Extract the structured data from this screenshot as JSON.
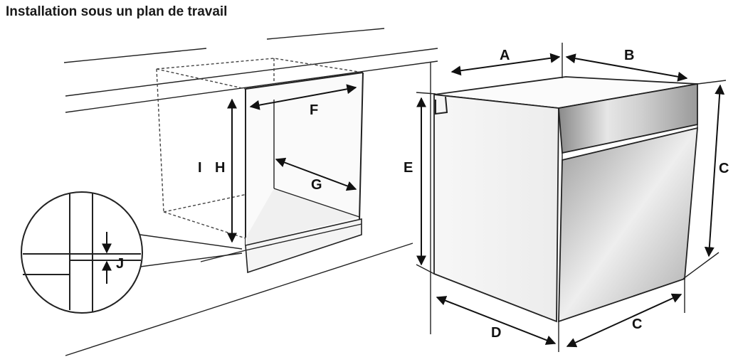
{
  "title": "Installation sous un plan de travail",
  "labels": {
    "A": "A",
    "B": "B",
    "C": "C",
    "D": "D",
    "E": "E",
    "F": "F",
    "G": "G",
    "H": "H",
    "I": "I",
    "J": "J"
  },
  "colors": {
    "line": "#222222",
    "oven_steel": "#b8b8b8",
    "background": "#ffffff"
  }
}
